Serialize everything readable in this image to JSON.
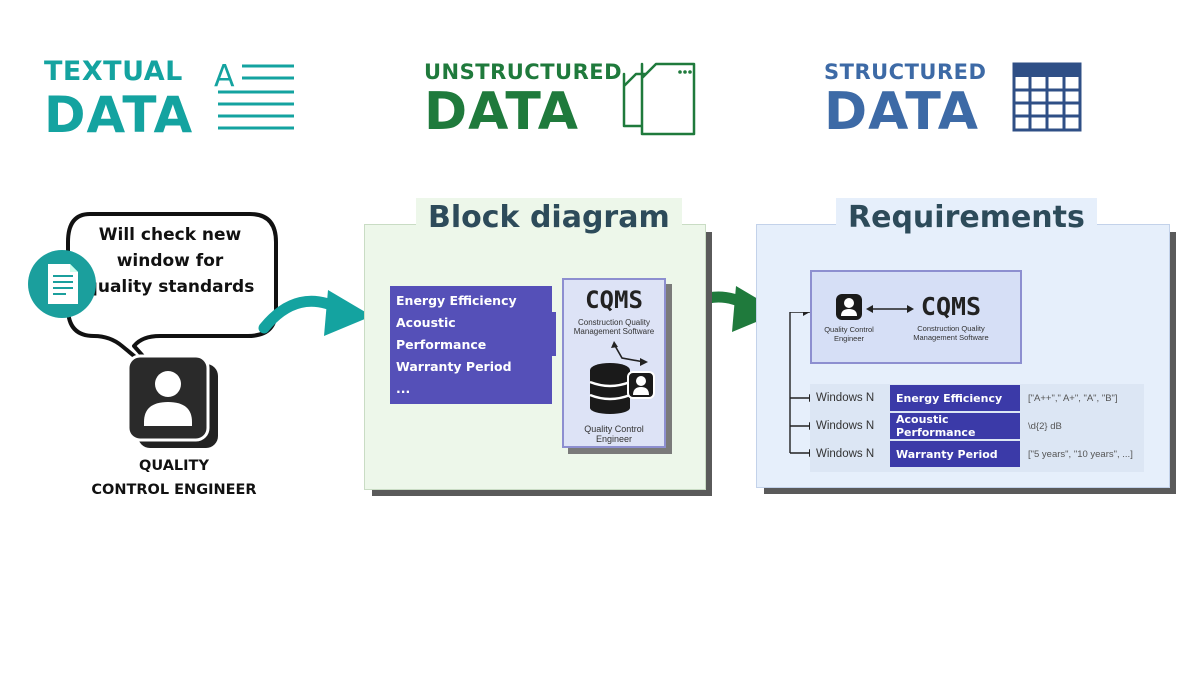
{
  "headers": {
    "textual": {
      "small": "TEXTUAL",
      "big": "DATA",
      "color": "#14a3a0",
      "icon": "text-document-icon"
    },
    "unstructured": {
      "small": "UNSTRUCTURED",
      "big": "DATA",
      "color": "#1f7a3c",
      "icon": "stacked-files-icon"
    },
    "structured": {
      "small": "STRUCTURED",
      "big": "DATA",
      "color": "#3d6aa6",
      "icon": "table-grid-icon"
    }
  },
  "left": {
    "speech_bubble": "Will check new window for quality standards",
    "person_label_line1": "QUALITY",
    "person_label_line2": "CONTROL ENGINEER"
  },
  "block_diagram": {
    "title": "Block diagram",
    "tags": [
      "Energy Efficiency",
      "Acoustic Performance",
      "Warranty Period",
      "..."
    ],
    "cqms_title": "CQMS",
    "cqms_subtitle": "Construction Quality Management Software",
    "engineer_label": "Quality Control Engineer"
  },
  "requirements": {
    "title": "Requirements",
    "engineer_label": "Quality Control Engineer",
    "cqms_title": "CQMS",
    "cqms_subtitle": "Construction Quality Management Software",
    "rows": [
      {
        "window": "Windows N",
        "field": "Energy Efficiency",
        "value": "[\"A++\",\" A+\", \"A\", \"B\"]"
      },
      {
        "window": "Windows N",
        "field": "Acoustic Performance",
        "value": "\\d{2} dB"
      },
      {
        "window": "Windows N",
        "field": "Warranty Period",
        "value": "[\"5 years\", \"10 years\", ...]"
      }
    ]
  },
  "colors": {
    "teal": "#14a3a0",
    "green": "#1f7a3c",
    "blue": "#3d6aa6",
    "purple": "#5550b8"
  }
}
